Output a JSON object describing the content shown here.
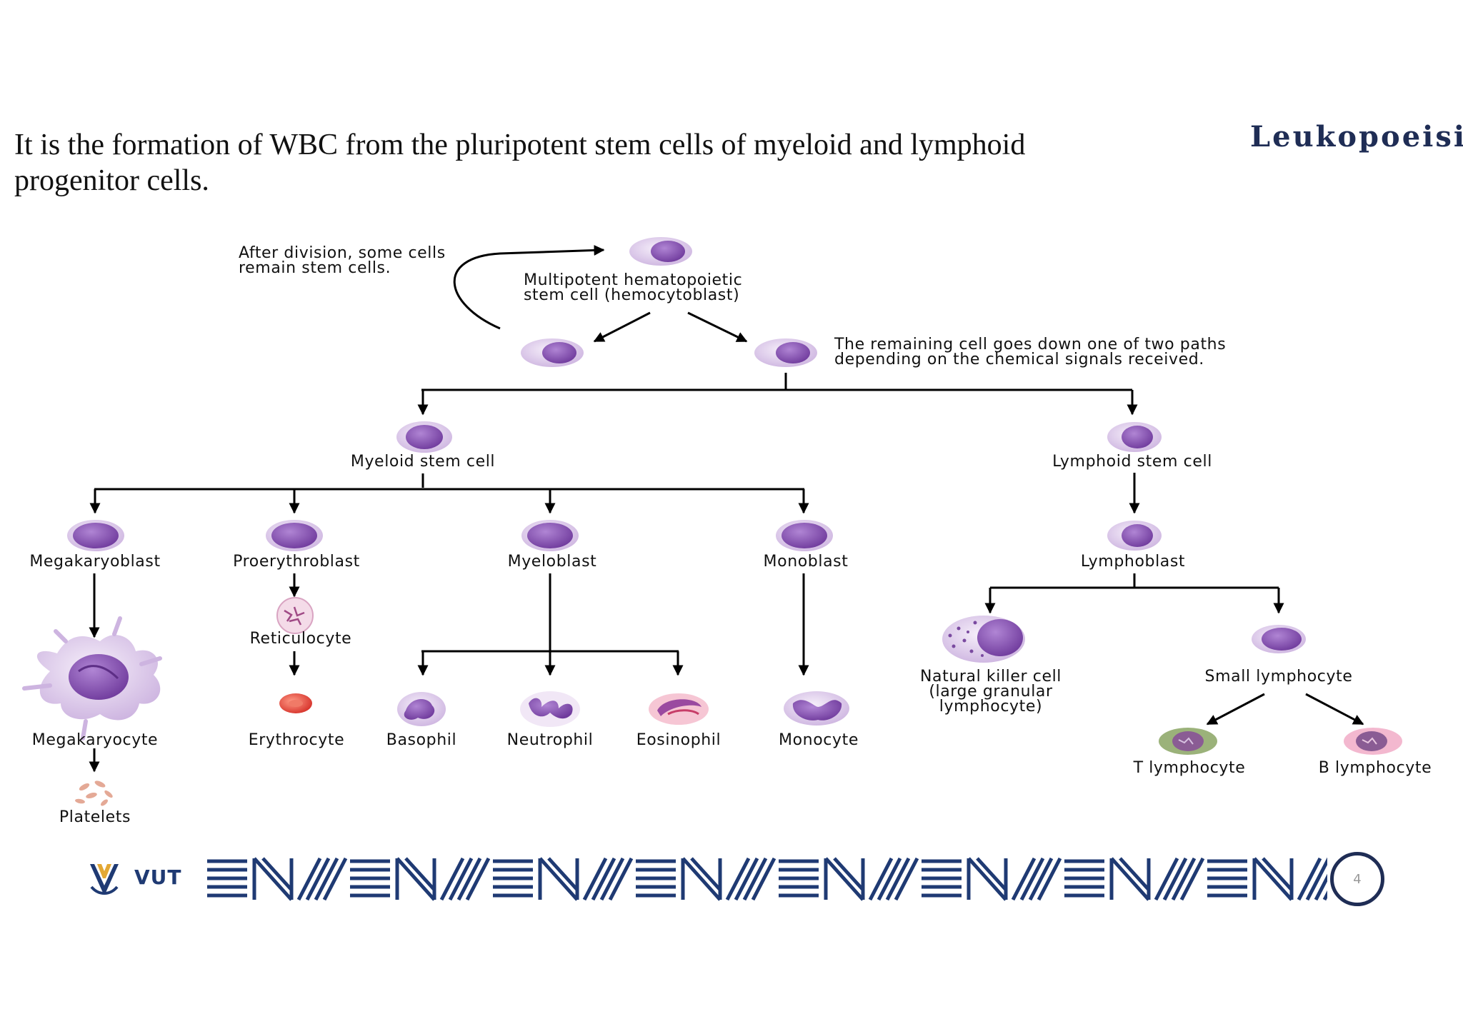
{
  "slide": {
    "title": "Leukopoeisis",
    "intro_line1": "It is the formation of WBC from the pluripotent stem cells of myeloid and lymphoid",
    "intro_line2": "progenitor cells.",
    "page_number": "4"
  },
  "logo": {
    "text": "VUT"
  },
  "diagram": {
    "note_loop_1": "After division, some cells",
    "note_loop_2": "remain stem cells.",
    "hsc_1": "Multipotent hematopoietic",
    "hsc_2": "stem cell (hemocytoblast)",
    "note_paths_1": "The remaining cell goes down one of two paths",
    "note_paths_2": "depending on the chemical signals received.",
    "myeloid": "Myeloid stem cell",
    "lymphoid": "Lymphoid stem cell",
    "megakaryoblast": "Megakaryoblast",
    "proerythroblast": "Proerythroblast",
    "myeloblast": "Myeloblast",
    "monoblast": "Monoblast",
    "lymphoblast": "Lymphoblast",
    "reticulocyte": "Reticulocyte",
    "megakaryocyte": "Megakaryocyte",
    "erythrocyte": "Erythrocyte",
    "basophil": "Basophil",
    "neutrophil": "Neutrophil",
    "eosinophil": "Eosinophil",
    "monocyte": "Monocyte",
    "platelets": "Platelets",
    "nk_1": "Natural killer cell",
    "nk_2": "(large granular",
    "nk_3": "lymphocyte)",
    "small_lymphocyte": "Small lymphocyte",
    "t_lymphocyte": "T lymphocyte",
    "b_lymphocyte": "B lymphocyte"
  },
  "colors": {
    "title_navy": "#1f2d55",
    "cell_outer": "#e4d6ef",
    "cell_nucleus": "#8a54b4",
    "erythrocyte": "#e0473f",
    "t_cell": "#9bb27a",
    "b_cell": "#f3b8cf"
  }
}
